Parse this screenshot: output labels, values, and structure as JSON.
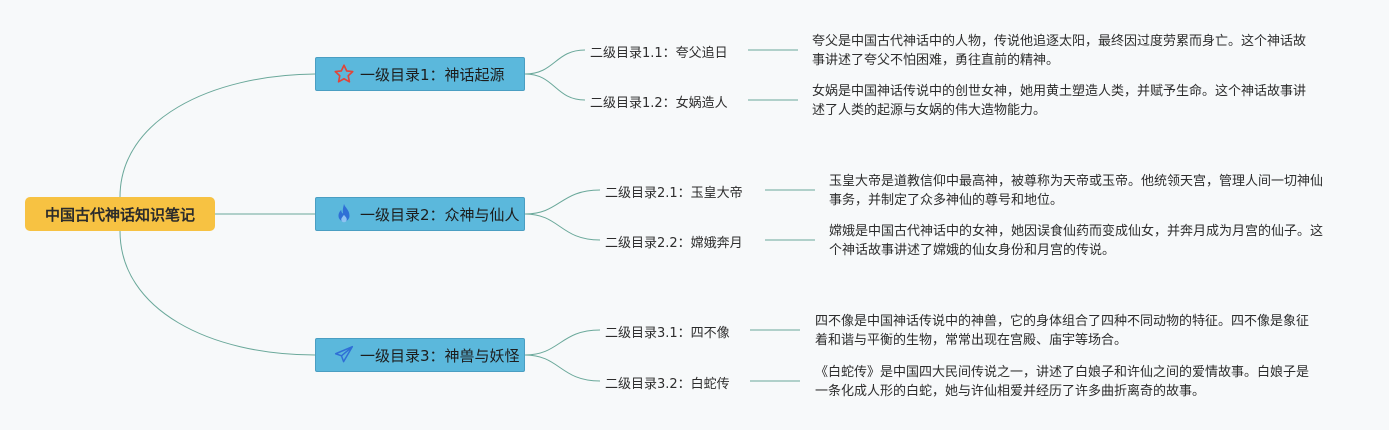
{
  "root": {
    "label": "中国古代神话知识笔记"
  },
  "branches": [
    {
      "label": "一级目录1：神话起源",
      "icon": "star-icon",
      "children": [
        {
          "label": "二级目录1.1：夸父追日",
          "desc": "夸父是中国古代神话中的人物，传说他追逐太阳，最终因过度劳累而身亡。这个神话故事讲述了夸父不怕困难，勇往直前的精神。"
        },
        {
          "label": "二级目录1.2：女娲造人",
          "desc": "女娲是中国神话传说中的创世女神，她用黄土塑造人类，并赋予生命。这个神话故事讲述了人类的起源与女娲的伟大造物能力。"
        }
      ]
    },
    {
      "label": "一级目录2：众神与仙人",
      "icon": "fire-icon",
      "children": [
        {
          "label": "二级目录2.1：玉皇大帝",
          "desc": "玉皇大帝是道教信仰中最高神，被尊称为天帝或玉帝。他统领天宫，管理人间一切神仙事务，并制定了众多神仙的尊号和地位。"
        },
        {
          "label": "二级目录2.2：嫦娥奔月",
          "desc": "嫦娥是中国古代神话中的女神，她因误食仙药而变成仙女，并奔月成为月宫的仙子。这个神话故事讲述了嫦娥的仙女身份和月宫的传说。"
        }
      ]
    },
    {
      "label": "一级目录3：神兽与妖怪",
      "icon": "paper-plane-icon",
      "children": [
        {
          "label": "二级目录3.1：四不像",
          "desc": "四不像是中国神话传说中的神兽，它的身体组合了四种不同动物的特征。四不像是象征着和谐与平衡的生物，常常出现在宫殿、庙宇等场合。"
        },
        {
          "label": "二级目录3.2：白蛇传",
          "desc": "《白蛇传》是中国四大民间传说之一，讲述了白娘子和许仙之间的爱情故事。白娘子是一条化成人形的白蛇，她与许仙相爱并经历了许多曲折离奇的故事。"
        }
      ]
    }
  ],
  "colors": {
    "root": "#f7c242",
    "branch": "#5bb8dc",
    "line": "#6aa89a",
    "icon_star": "#e0453a",
    "icon_fire": "#2f6fd6",
    "icon_plane": "#2f6fd6"
  }
}
